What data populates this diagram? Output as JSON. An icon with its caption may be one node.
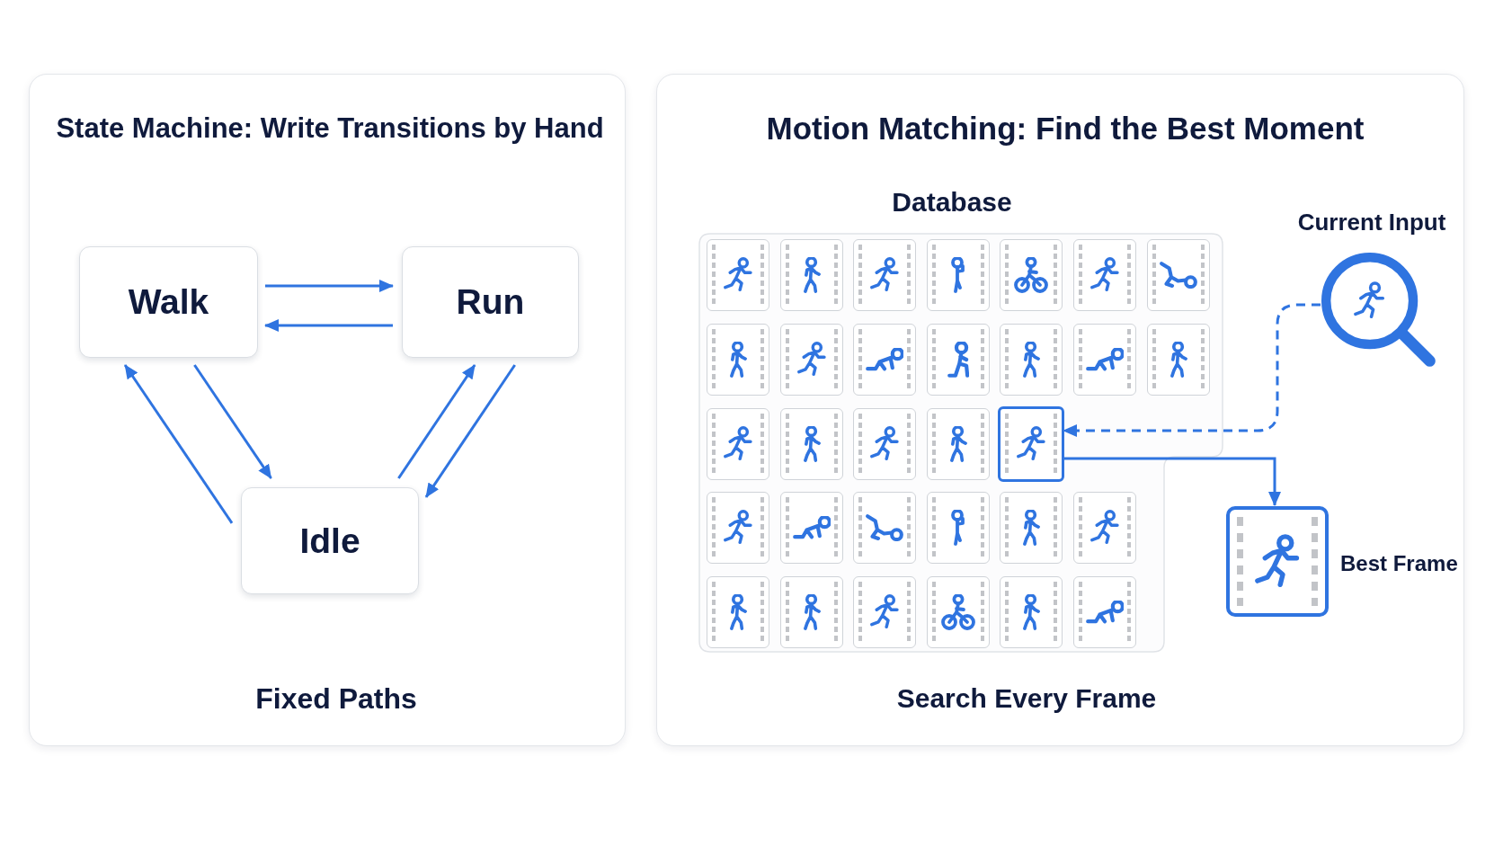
{
  "diagram": {
    "nodes": [
      {
        "text": [
          "State Machine: Write Transitions by Hand",
          "Fixed Paths"
        ]
      },
      {
        "text": [
          "Walk"
        ],
        "in": 0
      },
      {
        "text": [
          "Run"
        ],
        "in": 0
      },
      {
        "text": [
          "Idle"
        ],
        "in": 0
      },
      {
        "text": [
          "Motion Matching: Find the Best Moment",
          "Search Every Frame"
        ]
      },
      {
        "text": [
          "Database"
        ],
        "in": 4
      },
      {
        "text": [],
        "shape": "picture",
        "in": 5
      },
      {
        "text": [],
        "shape": "picture",
        "in": 5
      },
      {
        "text": [],
        "shape": "picture",
        "in": 5
      },
      {
        "text": [],
        "shape": "picture",
        "in": 5
      },
      {
        "text": [],
        "shape": "picture",
        "in": 5
      },
      {
        "text": [],
        "shape": "picture",
        "in": 5
      },
      {
        "text": [],
        "shape": "picture",
        "in": 5
      },
      {
        "text": [],
        "shape": "picture",
        "in": 5
      },
      {
        "text": [],
        "shape": "picture",
        "in": 5
      },
      {
        "text": [],
        "shape": "picture",
        "in": 5
      },
      {
        "text": [],
        "shape": "picture",
        "in": 5
      },
      {
        "text": [],
        "shape": "picture",
        "in": 5
      },
      {
        "text": [],
        "shape": "picture",
        "in": 5
      },
      {
        "text": [],
        "shape": "picture",
        "in": 5
      },
      {
        "text": [],
        "shape": "picture",
        "in": 5
      },
      {
        "text": [],
        "shape": "picture",
        "in": 5
      },
      {
        "text": [],
        "shape": "picture",
        "in": 5
      },
      {
        "text": [],
        "shape": "picture",
        "in": 5
      },
      {
        "text": [],
        "shape": "picture",
        "in": 5
      },
      {
        "text": [],
        "shape": "picture",
        "in": 5
      },
      {
        "text": [],
        "shape": "picture",
        "in": 5
      },
      {
        "text": [],
        "shape": "picture",
        "in": 5
      },
      {
        "text": [],
        "shape": "picture",
        "in": 5
      },
      {
        "text": [],
        "shape": "picture",
        "in": 5
      },
      {
        "text": [],
        "shape": "picture",
        "in": 5
      },
      {
        "text": [],
        "shape": "picture",
        "in": 5
      },
      {
        "text": [],
        "shape": "picture",
        "in": 5
      },
      {
        "text": [],
        "shape": "picture",
        "in": 5
      },
      {
        "text": [],
        "shape": "picture",
        "in": 5
      },
      {
        "text": [],
        "shape": "picture",
        "in": 5
      },
      {
        "text": [],
        "shape": "picture",
        "in": 5
      },
      {
        "text": [],
        "shape": "picture",
        "in": 4,
        "beside": [
          "Current Input"
        ]
      },
      {
        "text": [],
        "shape": "picture",
        "in": 4,
        "beside": [
          "Best Frame"
        ]
      }
    ],
    "edges": [
      {
        "from": 1,
        "to": 2,
        "arrow": "to"
      },
      {
        "from": 2,
        "to": 1,
        "arrow": "to"
      },
      {
        "from": 1,
        "to": 3,
        "arrow": "to"
      },
      {
        "from": 3,
        "to": 1,
        "arrow": "to"
      },
      {
        "from": 3,
        "to": 2,
        "arrow": "to"
      },
      {
        "from": 2,
        "to": 3,
        "arrow": "to"
      },
      {
        "from": 37,
        "to": 24,
        "arrow": "to",
        "style": "dashed"
      },
      {
        "from": 24,
        "to": 38,
        "arrow": "to"
      }
    ]
  }
}
